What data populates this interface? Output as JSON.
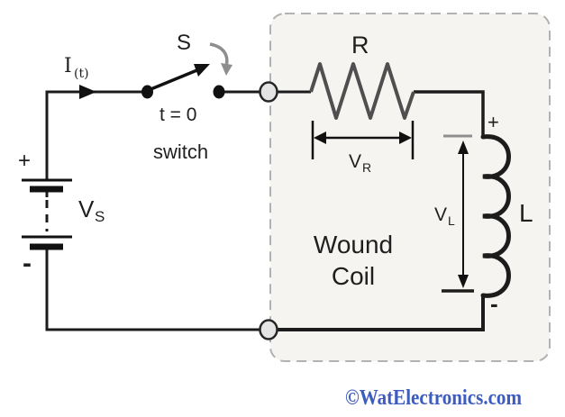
{
  "title": "RL series circuit with switch",
  "colors": {
    "wire": "#1c1c1c",
    "resistor": "#4f4f4f",
    "box_border": "#b2b2b2",
    "box_fill": "#f5f4f1",
    "node_fill": "#e4e4e4",
    "gray_arrow": "#8e8e8e",
    "watermark": "#3d5cc0",
    "background": "#ffffff"
  },
  "source": {
    "plus": "+",
    "minus": "-",
    "label": "V",
    "label_sub": "S"
  },
  "current": {
    "label": "I",
    "label_sub": "(t)"
  },
  "switch": {
    "name": "S",
    "time": "t = 0",
    "caption": "switch"
  },
  "resistor": {
    "label": "R",
    "voltage": "V",
    "voltage_sub": "R"
  },
  "inductor": {
    "label": "L",
    "voltage": "V",
    "voltage_sub": "L",
    "plus": "+",
    "minus": "-"
  },
  "coil_box": {
    "line1": "Wound",
    "line2": "Coil"
  },
  "watermark": {
    "text": "©WatElectronics.com"
  }
}
